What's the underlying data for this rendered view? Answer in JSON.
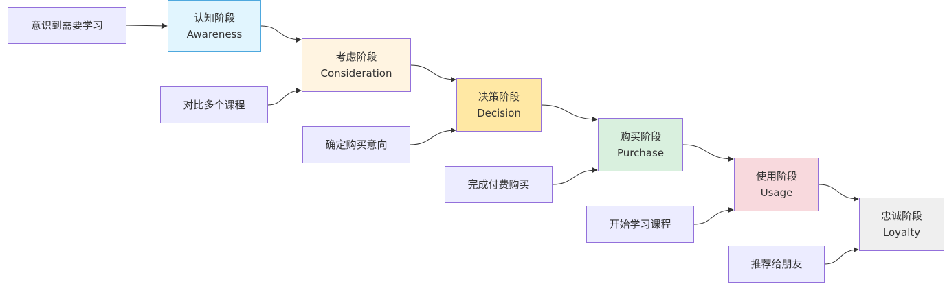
{
  "stages": {
    "awareness": {
      "line1": "认知阶段",
      "line2": "Awareness",
      "color": "#E1F5FE"
    },
    "consideration": {
      "line1": "考虑阶段",
      "line2": "Consideration",
      "color": "#FFF4E1"
    },
    "decision": {
      "line1": "决策阶段",
      "line2": "Decision",
      "color": "#FFE8A4"
    },
    "purchase": {
      "line1": "购买阶段",
      "line2": "Purchase",
      "color": "#D9F0DE"
    },
    "usage": {
      "line1": "使用阶段",
      "line2": "Usage",
      "color": "#F8D9DD"
    },
    "loyalty": {
      "line1": "忠诚阶段",
      "line2": "Loyalty",
      "color": "#EFEFEF"
    }
  },
  "actions": {
    "a1": "意识到需要学习",
    "a2": "对比多个课程",
    "a3": "确定购买意向",
    "a4": "完成付费购买",
    "a5": "开始学习课程",
    "a6": "推荐给朋友"
  },
  "edges": [
    {
      "from": "a1",
      "to": "awareness"
    },
    {
      "from": "awareness",
      "to": "consideration"
    },
    {
      "from": "a2",
      "to": "consideration"
    },
    {
      "from": "consideration",
      "to": "decision"
    },
    {
      "from": "a3",
      "to": "decision"
    },
    {
      "from": "decision",
      "to": "purchase"
    },
    {
      "from": "a4",
      "to": "purchase"
    },
    {
      "from": "purchase",
      "to": "usage"
    },
    {
      "from": "a5",
      "to": "usage"
    },
    {
      "from": "usage",
      "to": "loyalty"
    },
    {
      "from": "a6",
      "to": "loyalty"
    }
  ]
}
